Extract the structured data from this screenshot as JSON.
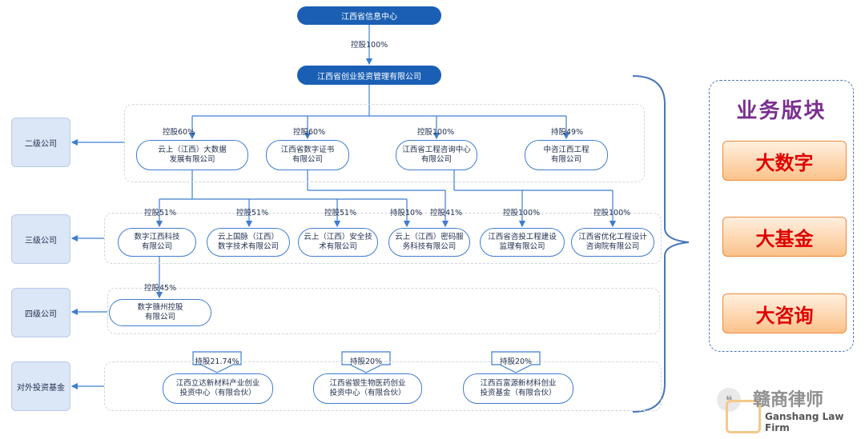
{
  "top": {
    "root": "江西省信息中心",
    "edge_label": "控股100%",
    "holding": "江西省创业投资管理有限公司"
  },
  "levels": {
    "l2": "二级公司",
    "l3": "三级公司",
    "l4": "四级公司",
    "fund": "对外投资基金"
  },
  "l2_nodes": [
    {
      "stake": "控股60%",
      "line1": "云上（江西）大数据",
      "line2": "发展有限公司"
    },
    {
      "stake": "控股60%",
      "line1": "江西省数字证书",
      "line2": "有限公司"
    },
    {
      "stake": "控股100%",
      "line1": "江西省工程咨询中心",
      "line2": "有限公司"
    },
    {
      "stake": "持股49%",
      "line1": "中咨江西工程",
      "line2": "有限公司"
    }
  ],
  "l3_nodes": [
    {
      "stake": "控股51%",
      "line1": "数字江西科技",
      "line2": "有限公司"
    },
    {
      "stake": "控股51%",
      "line1": "云上国脉（江西）",
      "line2": "数字技术有限公司"
    },
    {
      "stake": "控股51%",
      "line1": "云上（江西）安全技",
      "line2": "术有限公司"
    },
    {
      "stake": "控股41%",
      "stake2": "持股10%",
      "line1": "云上（江西）密码服",
      "line2": "务科技有限公司"
    },
    {
      "stake": "控股100%",
      "line1": "江西省咨投工程建设",
      "line2": "监理有限公司"
    },
    {
      "stake": "控股100%",
      "line1": "江西省优化工程设计",
      "line2": "咨询院有限公司"
    }
  ],
  "l4_nodes": [
    {
      "stake": "控股45%",
      "line1": "数字赣州控股",
      "line2": "有限公司"
    }
  ],
  "fund_nodes": [
    {
      "stake": "持股21.74%",
      "line1": "江西立达新材料产业创业",
      "line2": "投资中心（有限合伙）"
    },
    {
      "stake": "持股20%",
      "line1": "江西省银生物医药创业",
      "line2": "投资中心（有限合伙）"
    },
    {
      "stake": "持股20%",
      "line1": "江西百富源新材料创业",
      "line2": "投资基金（有限合伙）"
    }
  ],
  "business": {
    "title": "业务版块",
    "segments": [
      "大数字",
      "大基金",
      "大咨询"
    ]
  },
  "watermark": {
    "cn": "赣商律师",
    "en": "Ganshang Law Firm"
  },
  "colors": {
    "primary": "#1a5fb4",
    "accent_text": "#e00000",
    "title": "#7a2f8f"
  }
}
